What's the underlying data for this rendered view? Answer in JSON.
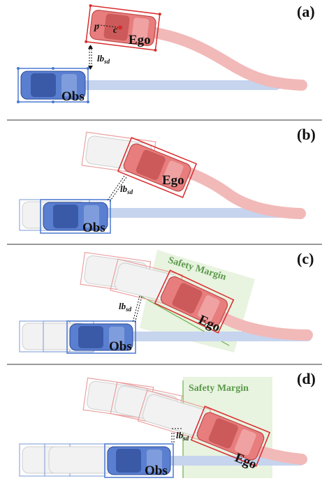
{
  "panels": [
    {
      "label": "(a)",
      "obs": "Obs",
      "ego": "Ego",
      "lb": "lb",
      "lb_sub": "sd",
      "p": "p",
      "c": "c"
    },
    {
      "label": "(b)",
      "obs": "Obs",
      "ego": "Ego",
      "lb": "lb",
      "lb_sub": "sd"
    },
    {
      "label": "(c)",
      "obs": "Obs",
      "ego": "Ego",
      "lb": "lb",
      "lb_sub": "sd",
      "safety": "Safety Margin"
    },
    {
      "label": "(d)",
      "obs": "Obs",
      "ego": "Ego",
      "lb": "lb",
      "lb_sub": "sd",
      "safety": "Safety Margin"
    }
  ],
  "colors": {
    "ego": "#e06a6a",
    "ego_box": "#d92a2a",
    "obs": "#5577cc",
    "obs_box": "#4a78d0",
    "ego_trail": "#f2b9b9",
    "obs_trail": "#c6d4ee",
    "safety_fill": "#e8f3e0",
    "safety_line": "#6ab04c",
    "ghost": "#eeeeee"
  }
}
